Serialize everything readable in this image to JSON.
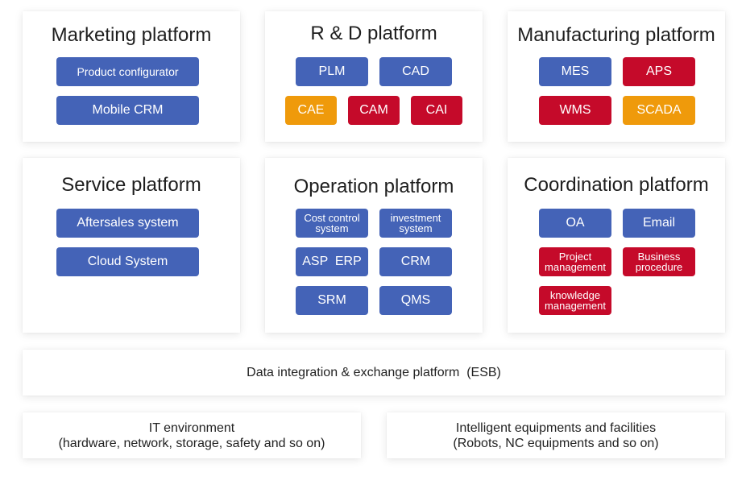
{
  "colors": {
    "blue": "#4463b7",
    "red": "#c50a2a",
    "orange": "#ef9a0b"
  },
  "marketing": {
    "title": "Marketing platform",
    "chips": [
      "Product configurator",
      "Mobile CRM"
    ]
  },
  "rd": {
    "title": "R & D platform",
    "chips": [
      "PLM",
      "CAD",
      "CAE",
      "CAM",
      "CAI"
    ]
  },
  "manufacturing": {
    "title": "Manufacturing platform",
    "chips": [
      "MES",
      "APS",
      "WMS",
      "SCADA"
    ]
  },
  "service": {
    "title": "Service platform",
    "chips": [
      "Aftersales system",
      "Cloud System"
    ]
  },
  "operation": {
    "title": "Operation platform",
    "chips": [
      "Cost control system",
      "investment system",
      "ASP  ERP",
      "CRM",
      "SRM",
      "QMS"
    ]
  },
  "coordination": {
    "title": "Coordination platform",
    "chips": [
      "OA",
      "Email",
      "Project management",
      "Business procedure",
      "knowledge management"
    ]
  },
  "esb": {
    "label": "Data integration & exchange platform  (ESB)"
  },
  "it_env": {
    "line1": "IT environment",
    "line2": "(hardware, network, storage, safety and so on)"
  },
  "equipment": {
    "line1": "Intelligent equipments and facilities",
    "line2": "(Robots, NC equipments and so on)"
  }
}
